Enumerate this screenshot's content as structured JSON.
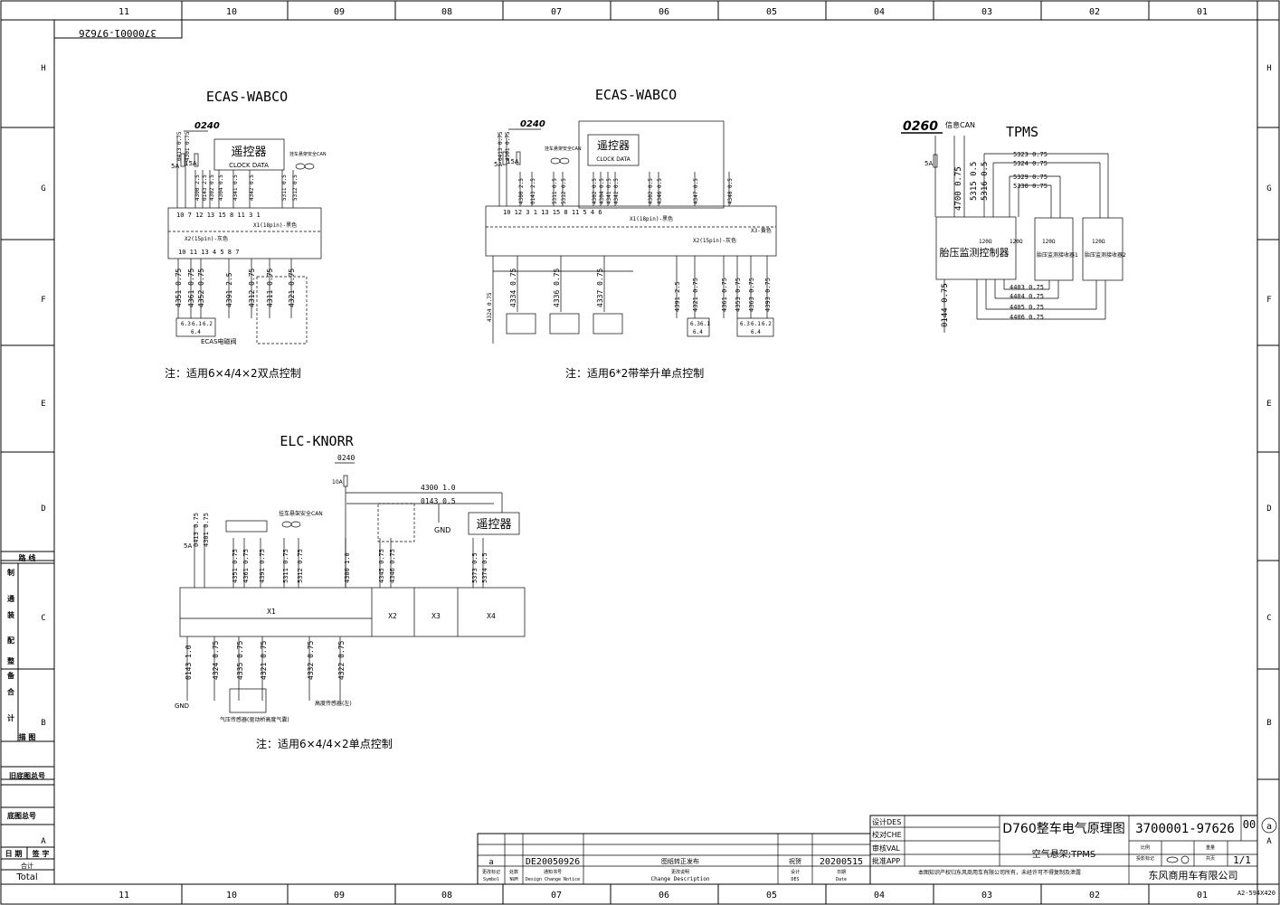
{
  "frame": {
    "top_columns": [
      "11",
      "10",
      "09",
      "08",
      "07",
      "06",
      "05",
      "04",
      "03",
      "02",
      "01"
    ],
    "bottom_columns": [
      "11",
      "10",
      "09",
      "08",
      "07",
      "06",
      "05",
      "04",
      "03",
      "02",
      "01"
    ],
    "rows_left": [
      "H",
      "G",
      "F",
      "E",
      "D",
      "C",
      "B",
      "A"
    ],
    "rows_right": [
      "H",
      "G",
      "F",
      "E",
      "D",
      "C",
      "B",
      "A"
    ],
    "mirrored_number": "3700001-97626",
    "sheet_size": "A2-594X420"
  },
  "left_panel": {
    "path_label": "路  线",
    "cells": [
      "制",
      "通",
      "装",
      "配",
      "整",
      "备",
      "合",
      "计"
    ],
    "drawing_label": "描    图",
    "old_base": "旧底图总号",
    "base": "底图总号",
    "date": "日 期",
    "sign": "签 字",
    "total_cn": "合计",
    "total": "Total"
  },
  "diagrams": {
    "d1": {
      "title": "ECAS-WABCO",
      "fuse_tag": "0240",
      "remote": "遥控器",
      "clock_data": "CLOCK DATA",
      "can": "挂车悬架安全CAN",
      "fuse_5a": "5A",
      "fuse_15a": "15A",
      "top_wires": [
        "0413 0.75",
        "4301 0.75",
        "4300 2.5",
        "0143 2.5",
        "4302 0.5",
        "4304 0.5",
        "4341 0.5",
        "4342 0.5",
        "5311 0.5",
        "5312 0.5"
      ],
      "x1_pins": "10   7  12 13  15  8    11         3  1",
      "x1_label": "X1(18pin)-黑色",
      "x2_label": "X2(15pin)-灰色",
      "x2_pins": "10  11  13      4     5      8      7",
      "bottom_wires": [
        "4351 0.75",
        "4361 0.75",
        "4352 0.75",
        "4391 2.5",
        "4312 0.75",
        "4311 0.75",
        "4321 0.75"
      ],
      "connector": [
        "6.3",
        "6.1",
        "6.2",
        "6.4"
      ],
      "ecas_valve": "ECAS电磁阀",
      "note": "注：适用6×4/4×2双点控制"
    },
    "d2": {
      "title": "ECAS-WABCO",
      "fuse_tag": "0240",
      "remote": "遥控器",
      "clock_data": "CLOCK DATA",
      "can": "挂车悬架安全CAN",
      "fuse_5a": "5A",
      "fuse_15a": "15A",
      "top_wires": [
        "0413 0.75",
        "4301 0.75",
        "4300 2.5",
        "0143 2.5",
        "5311 0.5",
        "5312 0.5",
        "4302 0.5",
        "4304 0.5",
        "4341 0.5",
        "4342 0.5",
        "4302 0.5",
        "4346 0.5",
        "4347 0.5",
        "4348 0.5"
      ],
      "x1_pins": "10     12   3  1       13 15 8  11         5          4          6",
      "x1_label": "X1(18pin)-黑色",
      "x3_label": "X3-黄色",
      "x2_label": "X2(15pin)-灰色",
      "sensor_wires": [
        "4334 0.75",
        "4336 0.75",
        "4337 0.75",
        "4324 0.75",
        "4391 2.5",
        "4321 0.75",
        "4361 0.75",
        "4353 0.75",
        "4363 0.75",
        "4393 0.75"
      ],
      "connector_a": [
        "6.3",
        "6.1",
        "6.4"
      ],
      "connector_b": [
        "6.3",
        "6.1",
        "6.2",
        "6.4"
      ],
      "note": "注：适用6*2带举升单点控制"
    },
    "d3": {
      "title": "TPMS",
      "fuse_tag": "0260",
      "can": "信息CAN",
      "fuse_5a": "5A",
      "wires": [
        "5323 0.75",
        "5324 0.75",
        "5329 0.75",
        "5330 0.75",
        "4700 0.75",
        "5315 0.5",
        "5316 0.5",
        "0144 0.75",
        "4403 0.75",
        "4404 0.75",
        "4405 0.75",
        "4406 0.75"
      ],
      "controller": "胎压监测控制器",
      "receiver1": "胎压监测接收器1",
      "receiver2": "胎压监测接收器2",
      "res": "120Ω"
    },
    "d4": {
      "title": "ELC-KNORR",
      "fuse_tag": "0240",
      "fuse_10a": "10A",
      "fuse_5a": "5A",
      "remote": "遥控器",
      "can": "挂车悬架安全CAN",
      "gnd": "GND",
      "top_wires": [
        "0413 0.75",
        "4301 0.75",
        "4351 0.75",
        "4361 0.75",
        "4391 0.75",
        "5311 0.75",
        "5312 0.75",
        "4300 1.0",
        "4345 0.75",
        "4346 0.75",
        "5373 0.5",
        "5374 0.5"
      ],
      "bus_4300": "4300 1.0",
      "bus_0143": "0143 0.5",
      "connectors": [
        "X1",
        "X2",
        "X3",
        "X4"
      ],
      "bottom_wires": [
        "0143 1.0",
        "4324 0.75",
        "4335 0.75",
        "4321 0.75",
        "4332 0.75",
        "4322 0.75"
      ],
      "sensor": "气压传感器(驱动桥高度气囊)",
      "height": "高度传感器(左)",
      "note": "注：适用6×4/4×2单点控制"
    }
  },
  "title_block": {
    "roles": [
      "设计DES",
      "校对CHE",
      "审核VAL",
      "批准APP"
    ],
    "project": "D760整车电气原理图",
    "drawing_no": "3700001-97626",
    "revision": "00",
    "rev_circle": "a",
    "subtitle": "空气悬架;TPMS",
    "copyright": "本图知识产权归东风商用车有限公司所有，未经许可不得复制及泄露",
    "company": "东风商用车有限公司",
    "page": "1/1",
    "change_row": {
      "mark": "a",
      "notice": "DE20050926",
      "desc": "图纸转正发布",
      "designer": "祝贺",
      "date": "20200515"
    },
    "change_headers": [
      "更改标记",
      "处数",
      "通知书号",
      "更改说明",
      "设计",
      "日期"
    ],
    "change_headers_en": [
      "Symbol",
      "NUM",
      "Design Change Notice",
      "Change Description",
      "DES",
      "Date"
    ],
    "scale": "比例",
    "projection": "投影标记",
    "weight": "重量",
    "page_label": "共页"
  }
}
